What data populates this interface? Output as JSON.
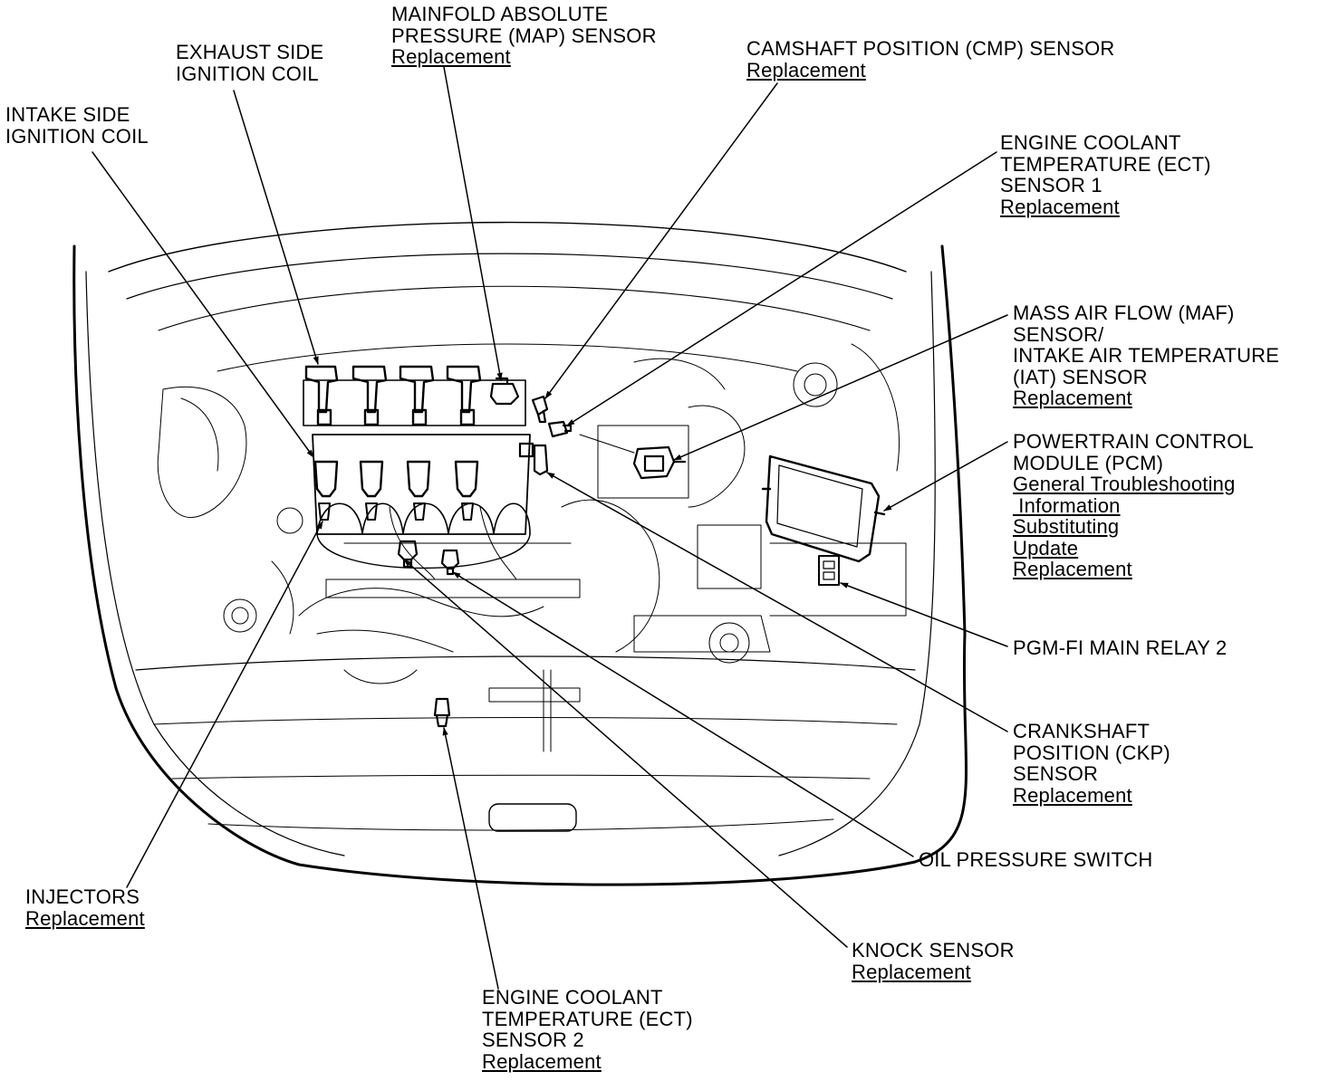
{
  "labels": {
    "map": {
      "lines": [
        "MAINFOLD ABSOLUTE",
        "PRESSURE (MAP) SENSOR"
      ],
      "links": [
        "Replacement"
      ]
    },
    "exhaust_coil": {
      "lines": [
        "EXHAUST SIDE",
        "IGNITION COIL"
      ],
      "links": []
    },
    "intake_coil": {
      "lines": [
        "INTAKE SIDE",
        "IGNITION COIL"
      ],
      "links": []
    },
    "cmp": {
      "lines": [
        "CAMSHAFT POSITION (CMP) SENSOR"
      ],
      "links": [
        "Replacement"
      ]
    },
    "ect1": {
      "lines": [
        "ENGINE COOLANT",
        "TEMPERATURE (ECT)",
        "SENSOR 1"
      ],
      "links": [
        "Replacement"
      ]
    },
    "maf": {
      "lines": [
        "MASS AIR FLOW (MAF)",
        "SENSOR/",
        "INTAKE AIR TEMPERATURE",
        "(IAT) SENSOR"
      ],
      "links": [
        "Replacement"
      ]
    },
    "pcm": {
      "lines": [
        "POWERTRAIN CONTROL",
        "MODULE (PCM)"
      ],
      "links": [
        "General Troubleshooting",
        " Information",
        "Substituting",
        "Update",
        "Replacement"
      ]
    },
    "relay": {
      "lines": [
        "PGM-FI MAIN RELAY 2"
      ],
      "links": []
    },
    "ckp": {
      "lines": [
        "CRANKSHAFT",
        "POSITION (CKP)",
        "SENSOR"
      ],
      "links": [
        "Replacement"
      ]
    },
    "oil": {
      "lines": [
        "OIL PRESSURE SWITCH"
      ],
      "links": []
    },
    "knock": {
      "lines": [
        "KNOCK SENSOR"
      ],
      "links": [
        "Replacement"
      ]
    },
    "injectors": {
      "lines": [
        "INJECTORS"
      ],
      "links": [
        "Replacement"
      ]
    },
    "ect2": {
      "lines": [
        "ENGINE COOLANT",
        "TEMPERATURE (ECT)",
        "SENSOR 2"
      ],
      "links": [
        "Replacement"
      ]
    }
  },
  "colors": {
    "ink": "#000000",
    "background": "#ffffff"
  }
}
